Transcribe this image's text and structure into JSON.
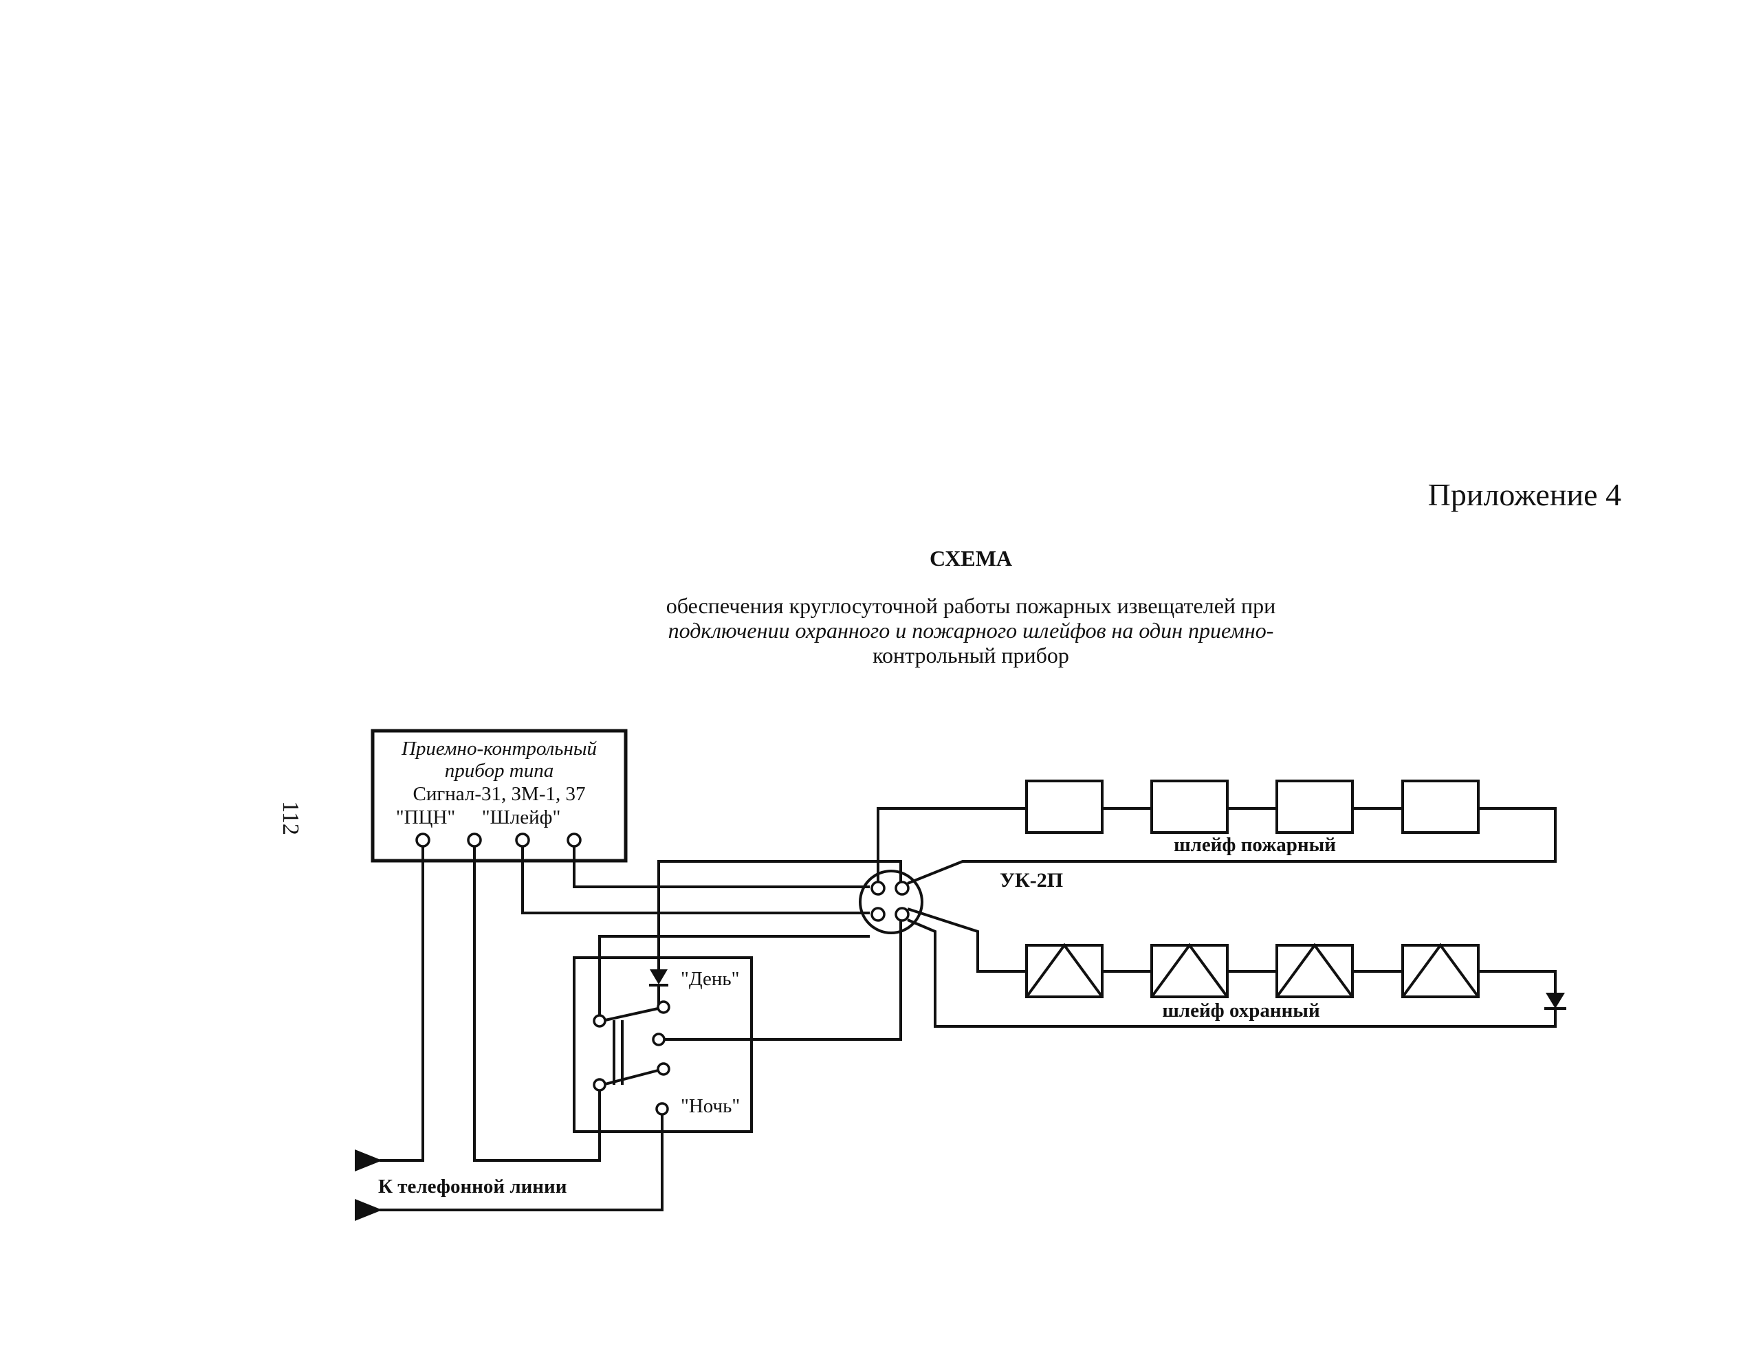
{
  "appendix": "Приложение 4",
  "page_number": "112",
  "title": "СХЕМА",
  "subtitle_lines": [
    "обеспечения круглосуточной работы пожарных извещателей при",
    "подключении охранного и пожарного шлейфов на один приемно-",
    "контрольный прибор"
  ],
  "panel": {
    "lines": [
      "Приемно-контрольный",
      "прибор типа",
      "Сигнал-31, ЗМ-1, 37"
    ],
    "label_pcn": "\"ПЦН\"",
    "label_loop": "\"Шлейф\""
  },
  "connector_label": "УК-2П",
  "fire_loop_label": "шлейф пожарный",
  "security_loop_label": "шлейф охранный",
  "switch": {
    "day_label": "\"День\"",
    "night_label": "\"Ночь\""
  },
  "phone_line_label": "К телефонной линии"
}
